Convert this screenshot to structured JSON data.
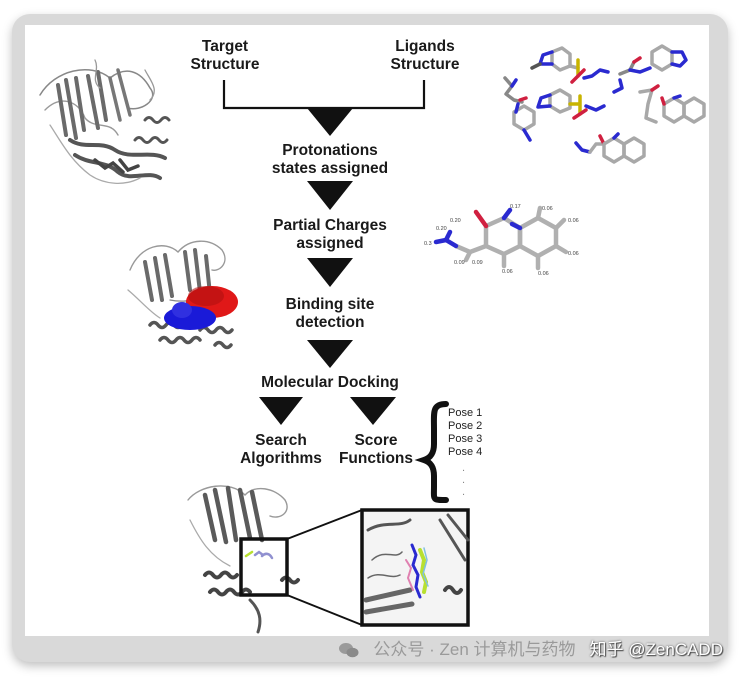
{
  "diagram": {
    "title": "Molecular docking workflow",
    "inputs": {
      "target_label_line1": "Target",
      "target_label_line2": "Structure",
      "ligands_label_line1": "Ligands",
      "ligands_label_line2": "Structure"
    },
    "steps": [
      {
        "line1": "Protonations",
        "line2": "states assigned"
      },
      {
        "line1": "Partial Charges",
        "line2": "assigned"
      },
      {
        "line1": "Binding site",
        "line2": "detection"
      },
      {
        "line1": "Molecular Docking",
        "line2": ""
      }
    ],
    "branches": [
      {
        "line1": "Search",
        "line2": "Algorithms"
      },
      {
        "line1": "Score",
        "line2": "Functions"
      }
    ],
    "poses": [
      "Pose 1",
      "Pose 2",
      "Pose 3",
      "Pose 4",
      ".",
      ".",
      "."
    ],
    "charge_labels": [
      "0.17",
      "0.06",
      "0.06",
      "0.06",
      "0.06",
      "0.06",
      "0.20",
      "0.20",
      "0.09",
      "0.09",
      "0.3"
    ],
    "images": [
      {
        "name": "target-protein-image",
        "description": "protein ribbon structure"
      },
      {
        "name": "ligands-image",
        "description": "set of ligand stick models"
      },
      {
        "name": "partial-charges-molecule-image",
        "description": "ligand with partial charges"
      },
      {
        "name": "binding-site-protein-image",
        "description": "protein with binding site surface"
      },
      {
        "name": "docked-complex-image",
        "description": "protein with docked ligand and zoomed inset"
      }
    ],
    "colors": {
      "nitrogen": "#2a2ad0",
      "oxygen": "#d02040",
      "sulfur": "#c8b400",
      "carbon": "#9a9a9a",
      "surface_red": "#e01818",
      "surface_blue": "#1a1ad8",
      "ligand_green": "#b8e030"
    }
  },
  "watermark": {
    "wechat": "公众号 · Zen 计算机与药物",
    "zhihu": "知乎 @ZenCADD"
  }
}
